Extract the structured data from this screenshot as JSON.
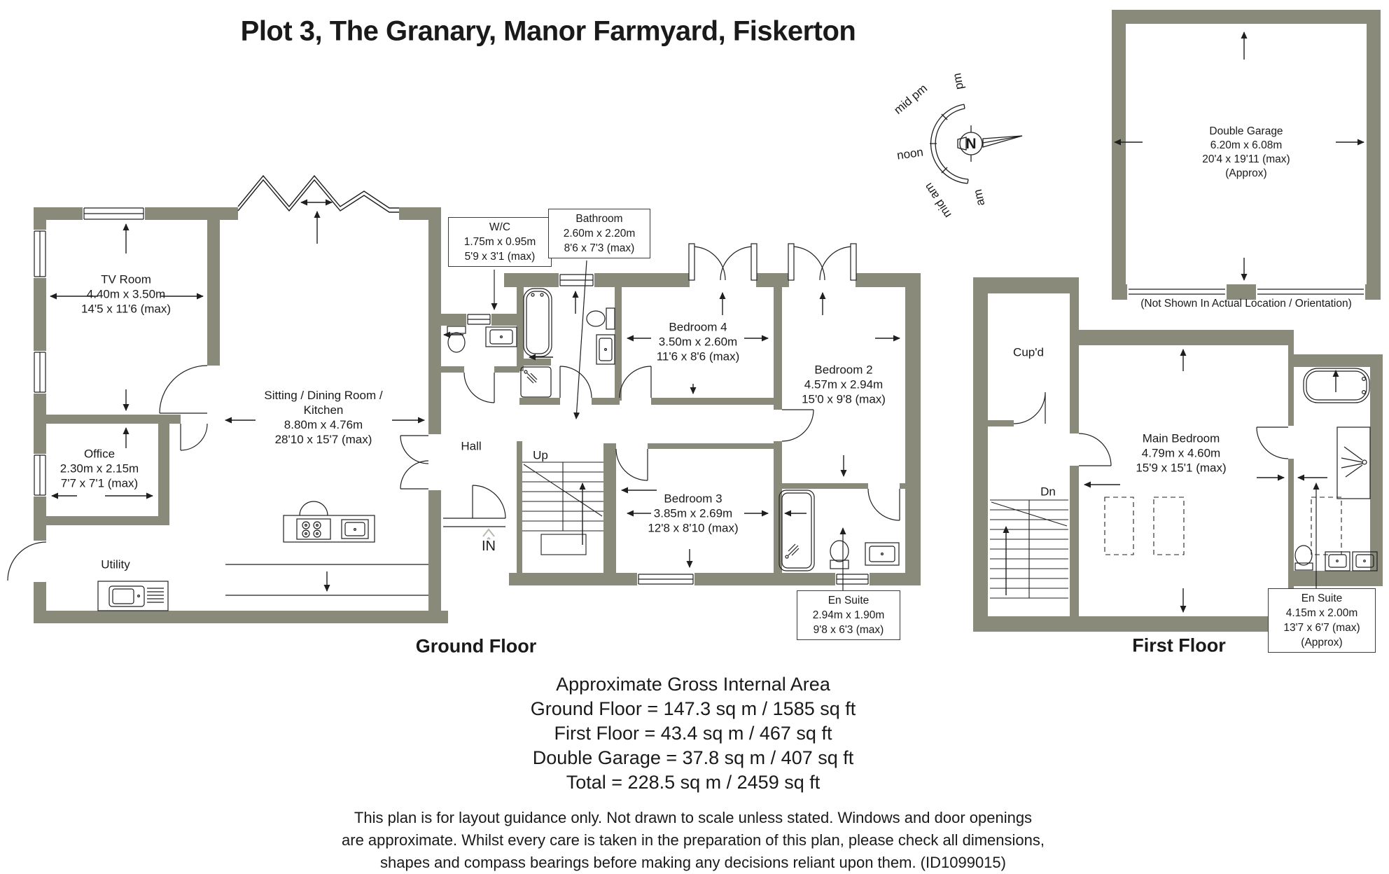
{
  "title": "Plot 3, The Granary, Manor Farmyard, Fiskerton",
  "compass": {
    "n": "N",
    "labels": [
      "pm",
      "mid pm",
      "noon",
      "mid am",
      "am"
    ]
  },
  "garage": {
    "name": "Double Garage",
    "metric": "6.20m x 6.08m",
    "imperial": "20'4 x 19'11 (max)",
    "approx": "(Approx)",
    "caption": "(Not Shown In Actual Location / Orientation)"
  },
  "ground_floor": {
    "label": "Ground Floor",
    "rooms": {
      "tv": {
        "name": "TV Room",
        "metric": "4.40m x 3.50m",
        "imperial": "14'5 x 11'6 (max)"
      },
      "office": {
        "name": "Office",
        "metric": "2.30m x 2.15m",
        "imperial": "7'7 x 7'1 (max)"
      },
      "utility": {
        "name": "Utility"
      },
      "sitting": {
        "name1": "Sitting / Dining Room /",
        "name2": "Kitchen",
        "metric": "8.80m x 4.76m",
        "imperial": "28'10 x 15'7 (max)"
      },
      "hall": {
        "name": "Hall"
      },
      "up": {
        "name": "Up"
      },
      "entrance": {
        "name": "IN"
      },
      "wc": {
        "name": "W/C",
        "metric": "1.75m x 0.95m",
        "imperial": "5'9 x 3'1 (max)"
      },
      "bathroom": {
        "name": "Bathroom",
        "metric": "2.60m x 2.20m",
        "imperial": "8'6 x 7'3 (max)"
      },
      "bed4": {
        "name": "Bedroom 4",
        "metric": "3.50m x 2.60m",
        "imperial": "11'6 x 8'6 (max)"
      },
      "bed2": {
        "name": "Bedroom 2",
        "metric": "4.57m x 2.94m",
        "imperial": "15'0 x 9'8 (max)"
      },
      "bed3": {
        "name": "Bedroom 3",
        "metric": "3.85m x 2.69m",
        "imperial": "12'8 x 8'10 (max)"
      },
      "ensuite": {
        "name": "En Suite",
        "metric": "2.94m x 1.90m",
        "imperial": "9'8 x 6'3 (max)"
      }
    }
  },
  "first_floor": {
    "label": "First Floor",
    "rooms": {
      "cupd": {
        "name": "Cup'd"
      },
      "dn": {
        "name": "Dn"
      },
      "main": {
        "name": "Main Bedroom",
        "metric": "4.79m x 4.60m",
        "imperial": "15'9 x 15'1 (max)"
      },
      "ensuite": {
        "name": "En Suite",
        "metric": "4.15m x 2.00m",
        "imperial": "13'7 x 6'7 (max)",
        "approx": "(Approx)"
      }
    }
  },
  "areas": {
    "heading": "Approximate Gross Internal Area",
    "ground": "Ground Floor = 147.3 sq m / 1585 sq ft",
    "first": "First Floor = 43.4 sq m / 467 sq ft",
    "garage": "Double Garage = 37.8 sq m / 407 sq ft",
    "total": "Total = 228.5 sq m / 2459 sq ft"
  },
  "disclaimer": [
    "This plan is for layout guidance only. Not drawn to scale unless stated. Windows and door openings",
    "are approximate. Whilst every care is taken in the preparation of this plan, please check all dimensions,",
    "shapes and compass bearings before making any decisions reliant upon them. (ID1099015)"
  ],
  "colors": {
    "wall": "#8a8a7b",
    "line": "#1f1f1f"
  }
}
